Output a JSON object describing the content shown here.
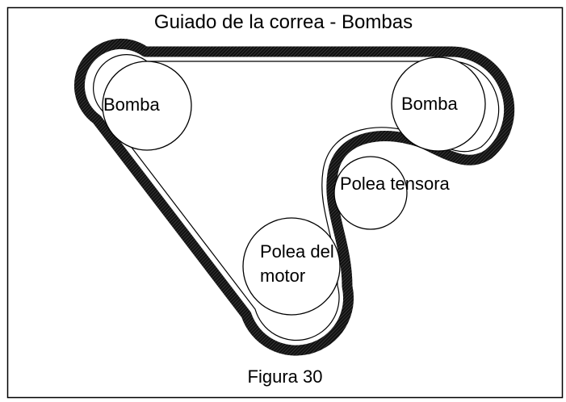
{
  "title": "Guiado de la correa - Bombas",
  "pulleys": {
    "pump_left": "Bomba",
    "pump_right": "Bomba",
    "tensioner": "Polea tensora",
    "motor_line1": "Polea del",
    "motor_line2": "motor"
  },
  "caption": "Figura 30",
  "colors": {
    "belt": "#111111",
    "stroke": "#000000",
    "background": "#ffffff"
  }
}
